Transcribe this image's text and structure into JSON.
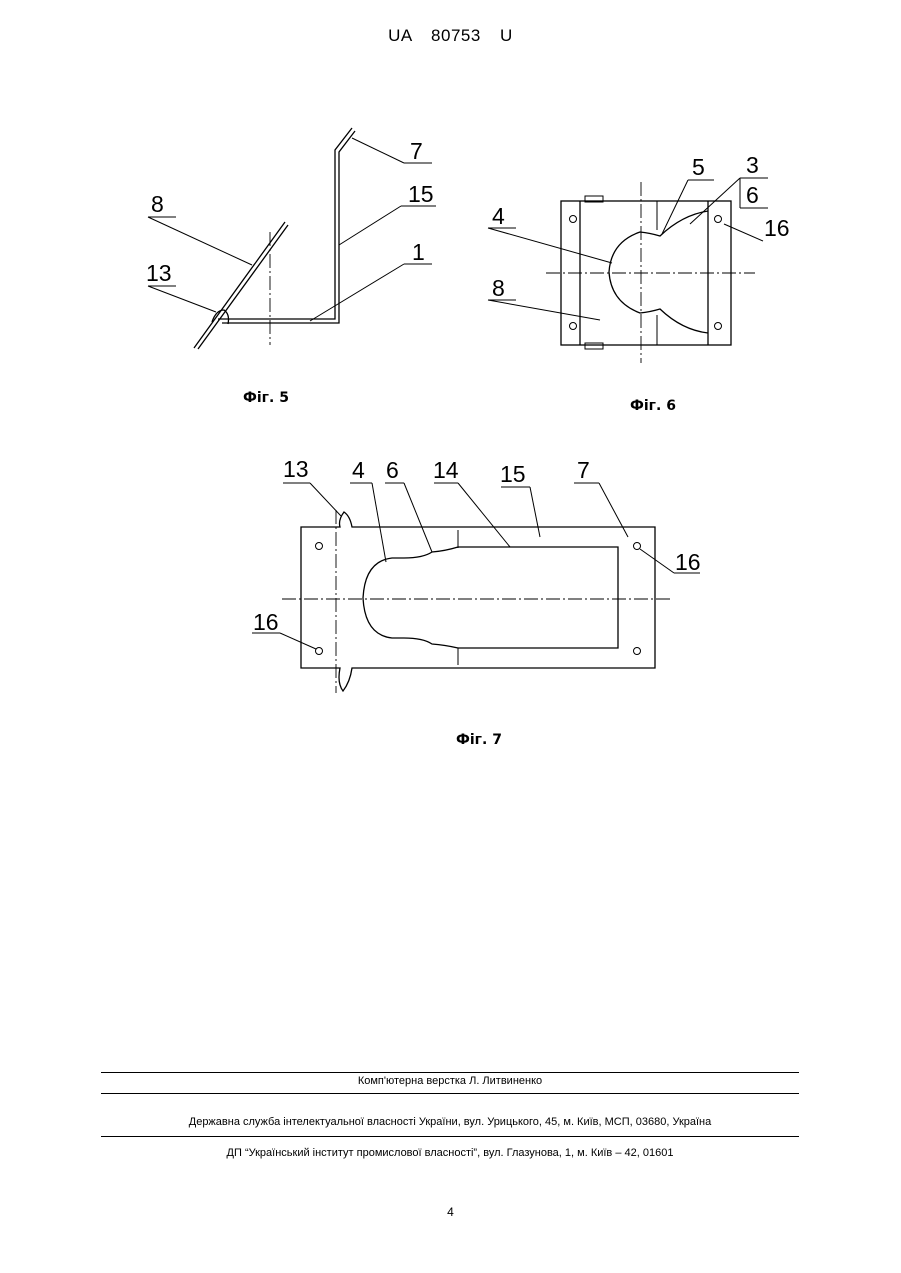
{
  "header": {
    "patent_number": "UA   80753   U"
  },
  "figures": [
    {
      "caption": "Фіг. 5",
      "labels": {
        "l8": "8",
        "l13": "13",
        "l7": "7",
        "l15": "15",
        "l1": "1"
      }
    },
    {
      "caption": "Фіг. 6",
      "labels": {
        "l4": "4",
        "l8": "8",
        "l5": "5",
        "l3": "3",
        "l6": "6",
        "l16": "16"
      }
    },
    {
      "caption": "Фіг. 7",
      "labels": {
        "l13": "13",
        "l4": "4",
        "l6": "6",
        "l14": "14",
        "l15": "15",
        "l7": "7",
        "l16a": "16",
        "l16b": "16"
      }
    }
  ],
  "footer": {
    "typesetting": "Комп'ютерна верстка Л. Литвиненко",
    "agency": "Державна служба інтелектуальної власності України, вул. Урицького, 45, м. Київ, МСП, 03680, Україна",
    "institute": "ДП “Український інститут промислової власності”, вул. Глазунова, 1, м. Київ – 42, 01601"
  },
  "page_number": "4"
}
